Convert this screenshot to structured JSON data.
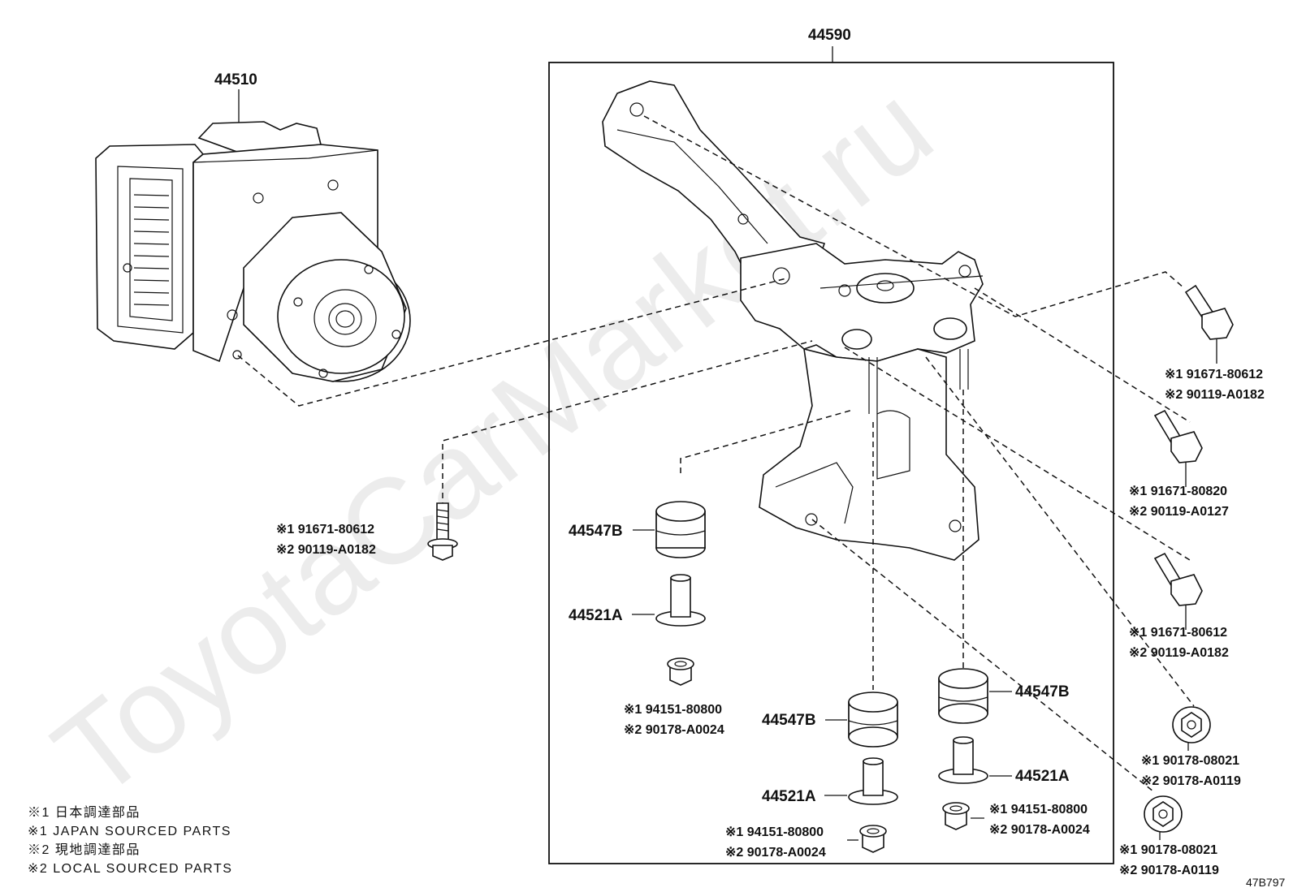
{
  "diagram": {
    "watermark": "ToyotaCarMarket.ru",
    "figure_code": "47B797",
    "assemblies": {
      "actuator": "44510",
      "bracket_assembly": "44590"
    },
    "parts": {
      "cushion_b_left": "44547B",
      "collar_a_left": "44521A",
      "cushion_b_center": "44547B",
      "collar_a_center": "44521A",
      "cushion_b_right": "44547B",
      "collar_a_right": "44521A"
    },
    "fasteners": {
      "bolt_left": {
        "jp": "※1 91671-80612",
        "local": "※2 90119-A0182"
      },
      "nut_left": {
        "jp": "※1 94151-80800",
        "local": "※2 90178-A0024"
      },
      "nut_center": {
        "jp": "※1 94151-80800",
        "local": "※2 90178-A0024"
      },
      "nut_center_right": {
        "jp": "※1 94151-80800",
        "local": "※2 90178-A0024"
      },
      "bolt_right_1": {
        "jp": "※1 91671-80612",
        "local": "※2 90119-A0182"
      },
      "bolt_right_2": {
        "jp": "※1 91671-80820",
        "local": "※2 90119-A0127"
      },
      "bolt_right_3": {
        "jp": "※1 91671-80612",
        "local": "※2 90119-A0182"
      },
      "flange_nut_1": {
        "jp": "※1 90178-08021",
        "local": "※2 90178-A0119"
      },
      "flange_nut_2": {
        "jp": "※1 90178-08021",
        "local": "※2 90178-A0119"
      }
    },
    "legend": [
      "※1 日本調達部品",
      "※1 JAPAN SOURCED PARTS",
      "※2 現地調達部品",
      "※2 LOCAL SOURCED PARTS"
    ]
  }
}
